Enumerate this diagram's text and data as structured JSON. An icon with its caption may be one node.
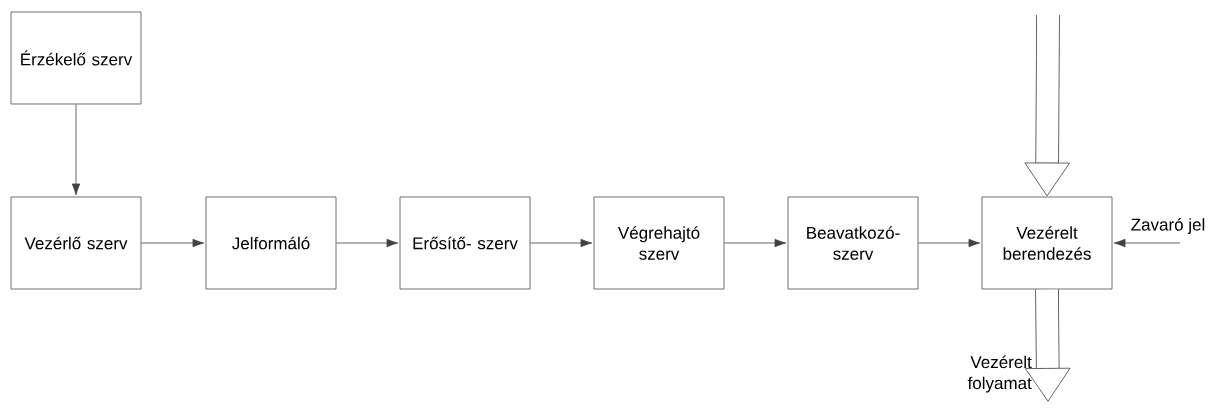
{
  "diagram": {
    "nodes": [
      {
        "text": [
          "Érzékelő szerv"
        ]
      },
      {
        "text": [
          "Vezérlő szerv"
        ]
      },
      {
        "text": [
          "Jelformáló"
        ]
      },
      {
        "text": [
          "Erősítő- szerv"
        ]
      },
      {
        "text": [
          "Végrehajtó szerv"
        ]
      },
      {
        "text": [
          "Beavatkozó- szerv"
        ]
      },
      {
        "text": [
          "Vezérelt berendezés"
        ]
      },
      {
        "text": [
          "Zavaró jel"
        ]
      }
    ],
    "edges": [
      {
        "from": 0,
        "to": 1,
        "arrow": "to"
      },
      {
        "from": 1,
        "to": 2,
        "arrow": "to"
      },
      {
        "from": 2,
        "to": 3,
        "arrow": "to"
      },
      {
        "from": 3,
        "to": 4,
        "arrow": "to"
      },
      {
        "from": 4,
        "to": 5,
        "arrow": "to"
      },
      {
        "from": 5,
        "to": 6,
        "arrow": "to"
      },
      {
        "from": 7,
        "to": 6,
        "arrow": "to"
      },
      {
        "from": null,
        "to": 6,
        "arrow": "to",
        "style": "thick"
      },
      {
        "from": 6,
        "to": null,
        "arrow": "to",
        "style": "thick",
        "label": "Vezérelt folyamat"
      }
    ]
  }
}
